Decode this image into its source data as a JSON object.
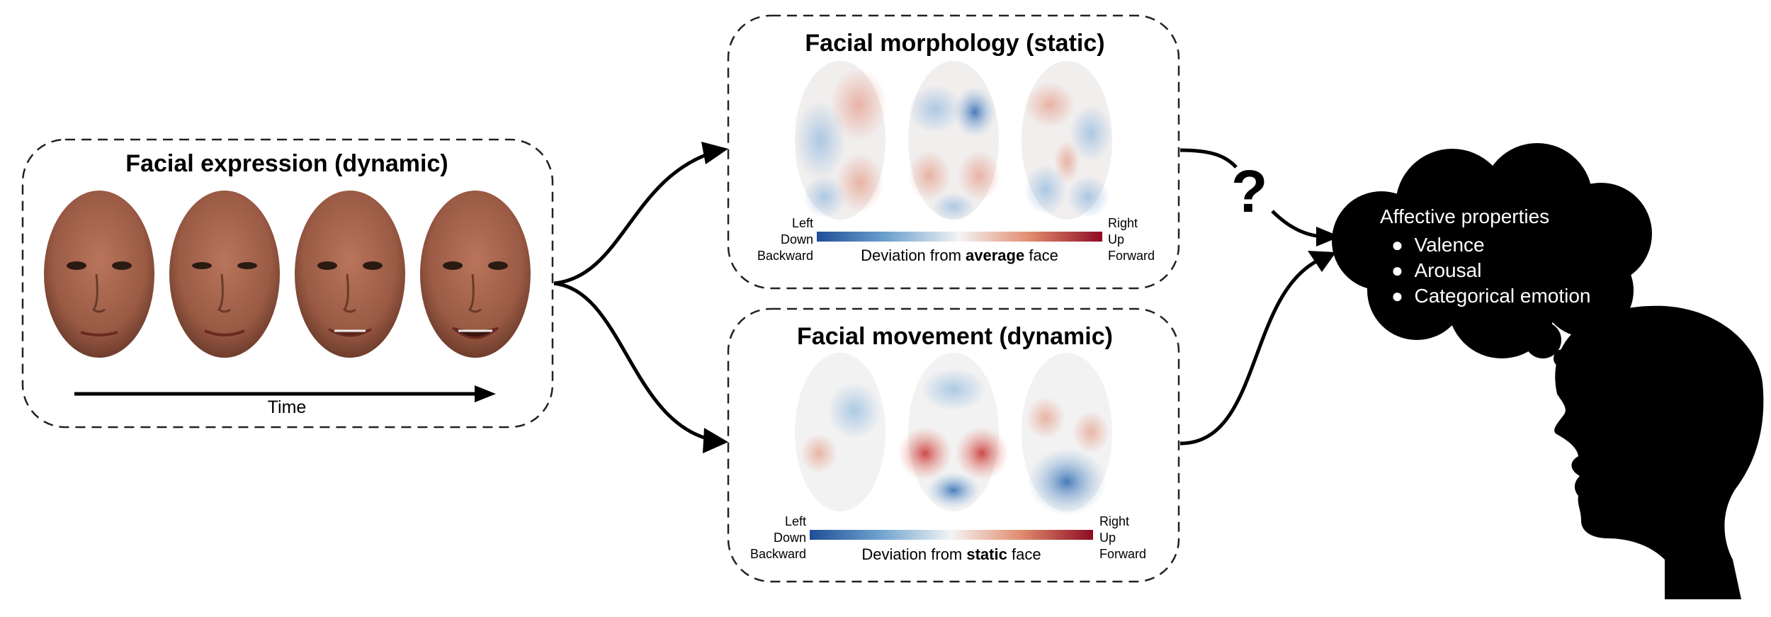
{
  "panels": {
    "expression": {
      "title": "Facial expression (dynamic)",
      "time_label": "Time"
    },
    "morphology": {
      "title": "Facial morphology (static)",
      "scale_left": [
        "Left",
        "Down",
        "Backward"
      ],
      "scale_right": [
        "Right",
        "Up",
        "Forward"
      ],
      "caption_prefix": "Deviation from ",
      "caption_bold": "average",
      "caption_suffix": " face"
    },
    "movement": {
      "title": "Facial movement (dynamic)",
      "scale_left": [
        "Left",
        "Down",
        "Backward"
      ],
      "scale_right": [
        "Right",
        "Up",
        "Forward"
      ],
      "caption_prefix": "Deviation from ",
      "caption_bold": "static",
      "caption_suffix": " face"
    }
  },
  "question_mark": "?",
  "thought": {
    "title": "Affective properties",
    "items": [
      "Valence",
      "Arousal",
      "Categorical emotion"
    ]
  },
  "colors": {
    "diverging_low": "#1f4e97",
    "diverging_mid": "#f4f4f4",
    "diverging_high": "#8e0a24",
    "skin": "#9a5a44",
    "bubble": "#000000"
  },
  "icons": [
    "face-render",
    "head-silhouette",
    "thought-bubble",
    "arrow"
  ]
}
